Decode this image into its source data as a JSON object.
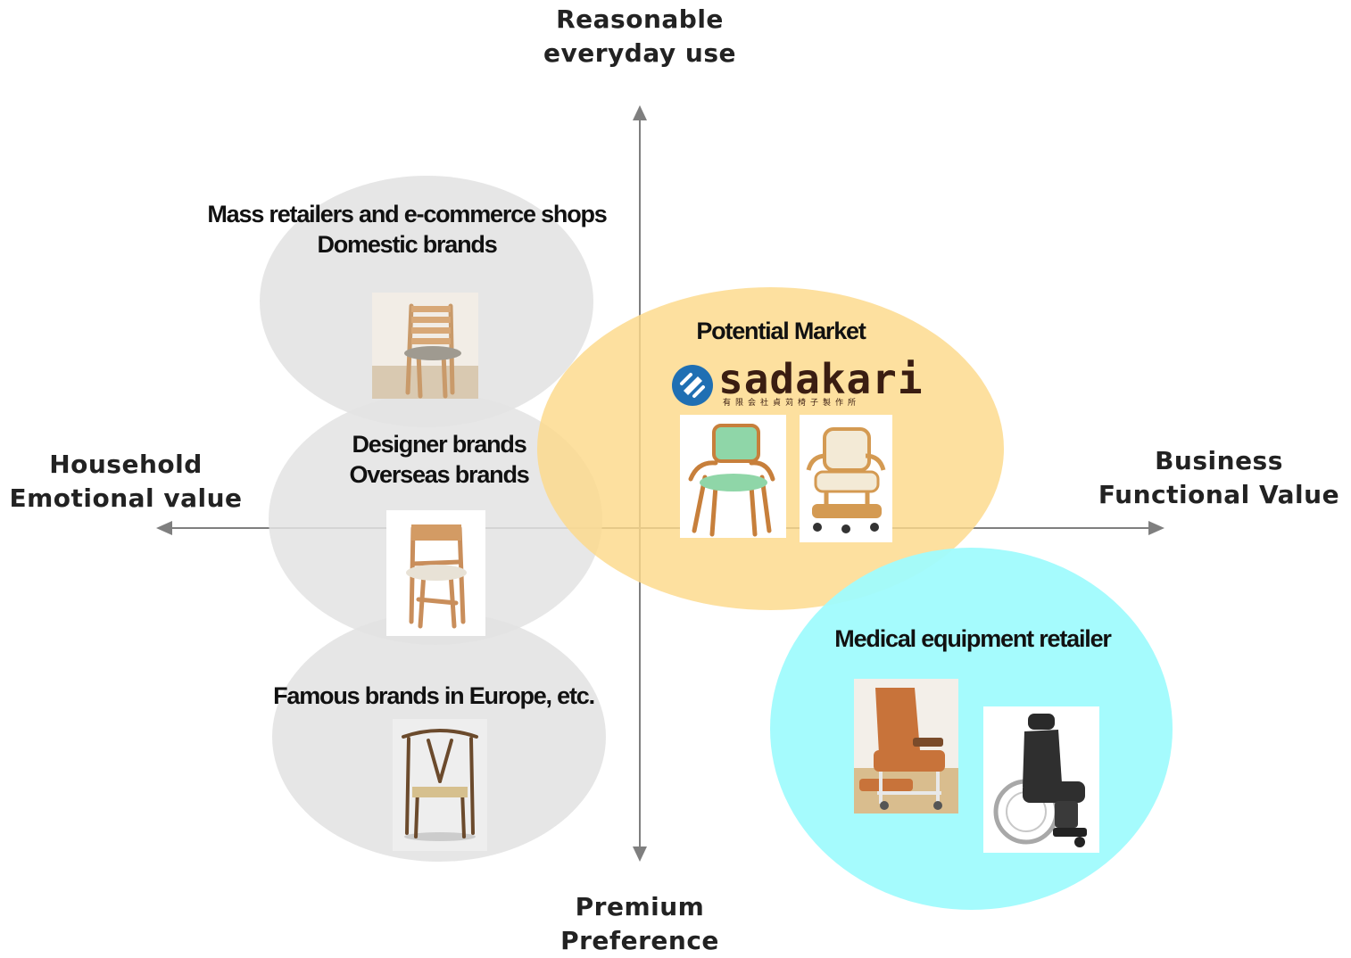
{
  "axes": {
    "top": [
      "Reasonable",
      "everyday use"
    ],
    "bottom": [
      "Premium",
      "Preference"
    ],
    "left": [
      "Household",
      "Emotional value"
    ],
    "right": [
      "Business",
      "Functional Value"
    ]
  },
  "groups": {
    "mass_retail": {
      "lines": [
        "Mass retailers and e-commerce shops",
        "Domestic brands"
      ],
      "color": "#e3e3e3"
    },
    "designer": {
      "lines": [
        "Designer brands",
        "Overseas brands"
      ],
      "color": "#e3e3e3"
    },
    "famous": {
      "lines": [
        "Famous brands in Europe, etc."
      ],
      "color": "#e3e3e3"
    },
    "potential": {
      "lines": [
        "Potential Market"
      ],
      "color": "#fcd98a"
    },
    "medical": {
      "lines": [
        "Medical equipment retailer"
      ],
      "color": "#a0fbfd"
    }
  },
  "logo": {
    "wordmark": "sadakari",
    "tagline": "有限会社貞苅椅子製作所",
    "brand_color": "#3a1d12",
    "mark_color": "#1f6fb3"
  },
  "colors": {
    "axis": "#7f7f7f"
  }
}
